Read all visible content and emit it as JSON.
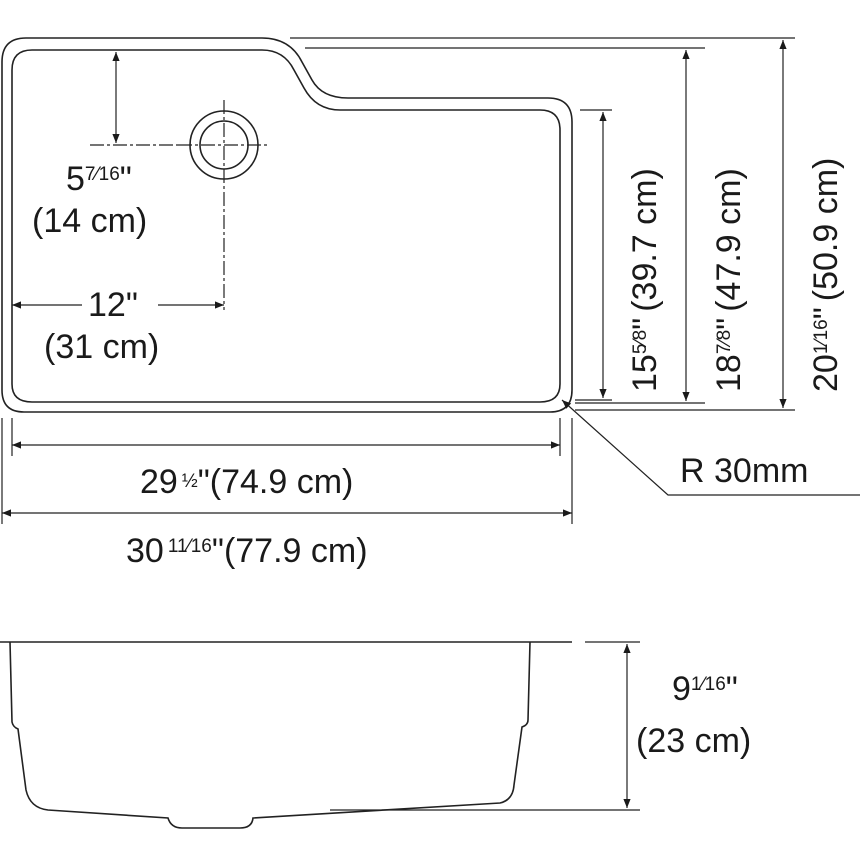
{
  "top_view": {
    "drain_offset_top": {
      "whole": "5",
      "fraction": "7⁄16",
      "unit": "\"",
      "metric": "(14 cm)"
    },
    "drain_offset_left": {
      "imperial": "12\"",
      "metric": "(31 cm)"
    },
    "bowl_depth": {
      "whole": "15",
      "fraction": "5⁄8",
      "unit": "\"",
      "metric": "(39.7 cm)"
    },
    "inner_depth": {
      "whole": "18",
      "fraction": "7⁄8",
      "unit": "\"",
      "metric": "(47.9 cm)"
    },
    "overall_depth": {
      "whole": "20",
      "fraction": "1⁄16",
      "unit": "\"",
      "metric": "(50.9 cm)"
    },
    "inner_width": {
      "whole": "29",
      "fraction": "½",
      "unit": "\"",
      "metric": "(74.9 cm)"
    },
    "overall_width": {
      "whole": "30",
      "fraction": "11⁄16",
      "unit": "\"",
      "metric": "(77.9 cm)"
    },
    "corner_radius": "R 30mm"
  },
  "side_view": {
    "height": {
      "whole": "9",
      "fraction": "1⁄16",
      "unit": "\"",
      "metric": "(23 cm)"
    }
  }
}
